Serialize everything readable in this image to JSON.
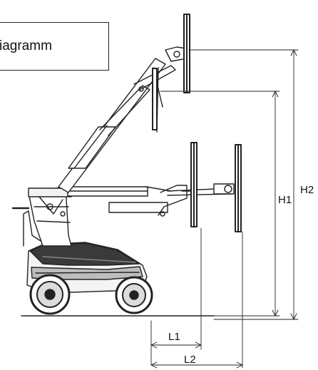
{
  "title_box": {
    "text": "iagramm"
  },
  "dimensions": {
    "h1": "H1",
    "h2": "H2",
    "l1": "L1",
    "l2": "L2"
  }
}
